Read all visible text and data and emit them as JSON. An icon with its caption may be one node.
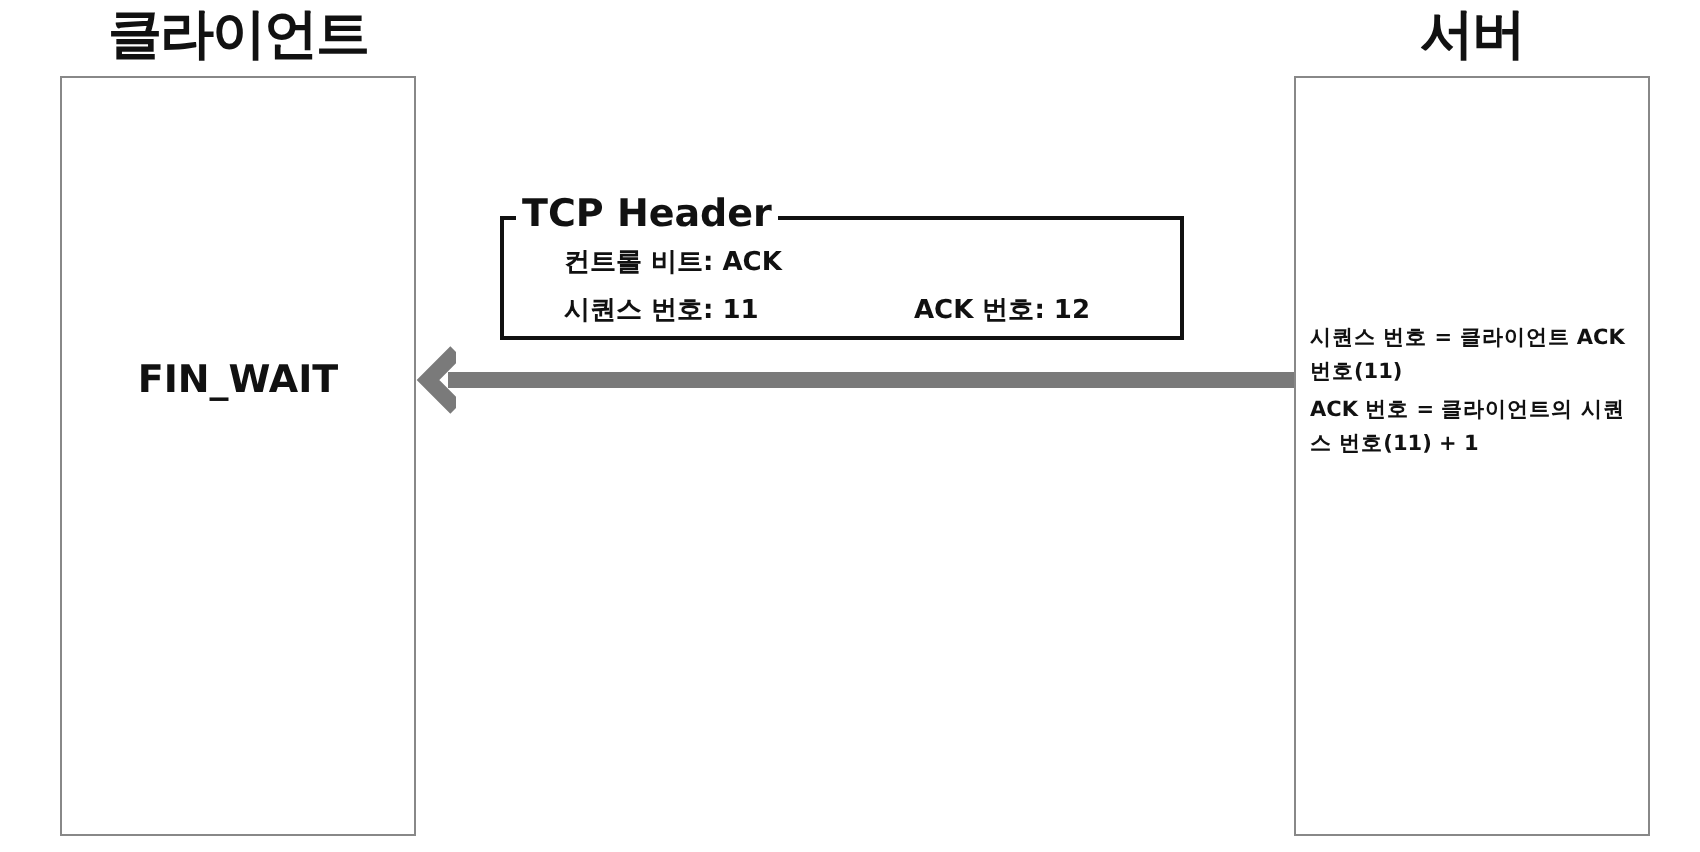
{
  "diagram": {
    "nodes": [
      {
        "text": [
          "클라이언트",
          "FIN_WAIT"
        ]
      },
      {
        "text": [
          "서버",
          "시퀀스 번호 = 클라이언트 ACK 번호(11)",
          "ACK 번호 = 클라이언트의 시퀀스 번호(11) + 1"
        ]
      },
      {
        "text": [
          "TCP Header",
          "컨트롤 비트: ACK",
          "시퀀스 번호: 11",
          "ACK 번호: 12"
        ]
      }
    ],
    "edges": [
      {
        "from": 1,
        "to": 0,
        "arrow": "to",
        "color": "#7a7a7a"
      }
    ]
  }
}
